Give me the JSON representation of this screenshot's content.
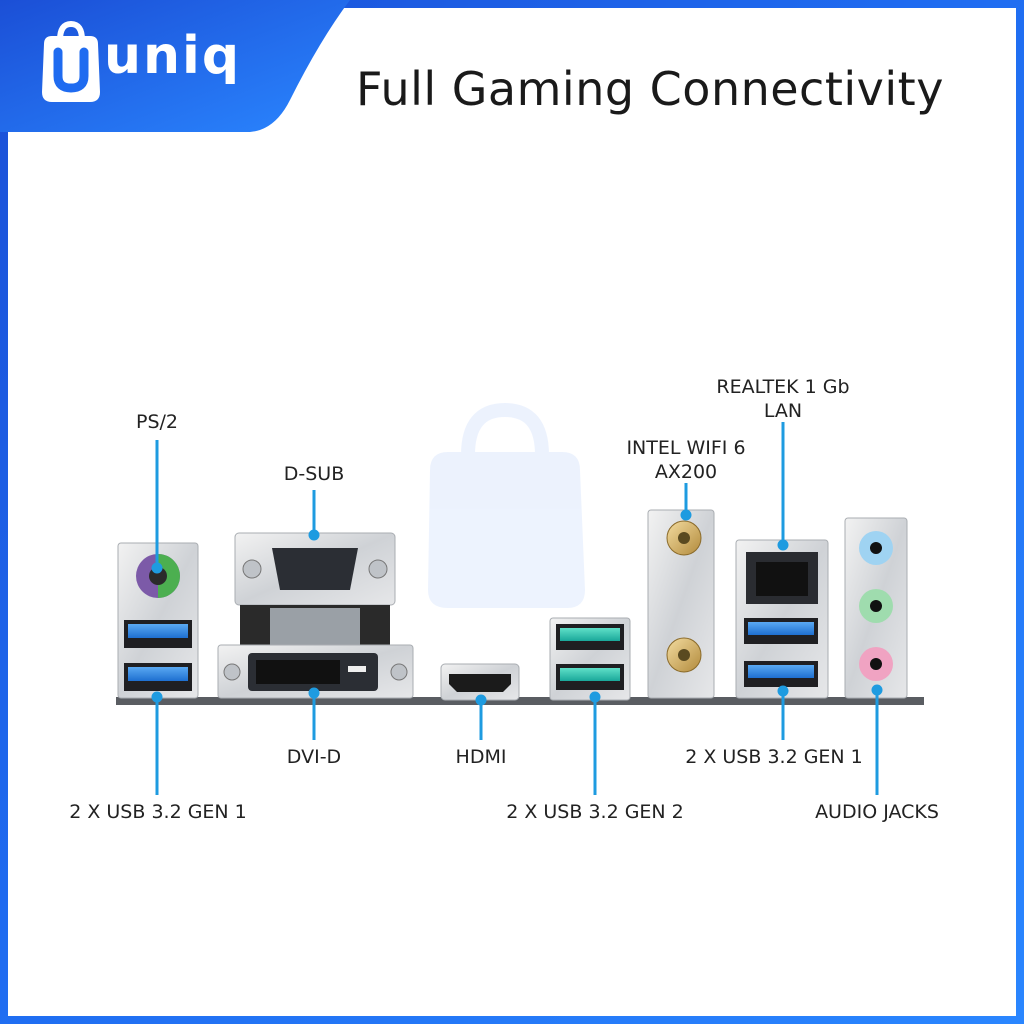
{
  "brand": {
    "logo_text": "uniq",
    "logo_badge_letter": "U",
    "accent": "#1f6bf0",
    "line_color": "#1e9be0"
  },
  "title": "Full Gaming Connectivity",
  "ports": [
    {
      "id": "ps2",
      "label": "PS/2"
    },
    {
      "id": "d_sub",
      "label": "D-SUB"
    },
    {
      "id": "wifi",
      "label_lines": [
        "INTEL WIFI 6",
        "AX200"
      ]
    },
    {
      "id": "lan",
      "label_lines": [
        "REALTEK 1 Gb",
        "LAN"
      ]
    },
    {
      "id": "usb_left",
      "label": "2 X USB 3.2 GEN 1"
    },
    {
      "id": "dvi",
      "label": "DVI-D"
    },
    {
      "id": "hdmi",
      "label": "HDMI"
    },
    {
      "id": "usb_gen2",
      "label": "2 X USB 3.2 GEN 2"
    },
    {
      "id": "usb_right",
      "label": "2 X USB 3.2 GEN 1"
    },
    {
      "id": "audio",
      "label": "AUDIO JACKS"
    }
  ]
}
